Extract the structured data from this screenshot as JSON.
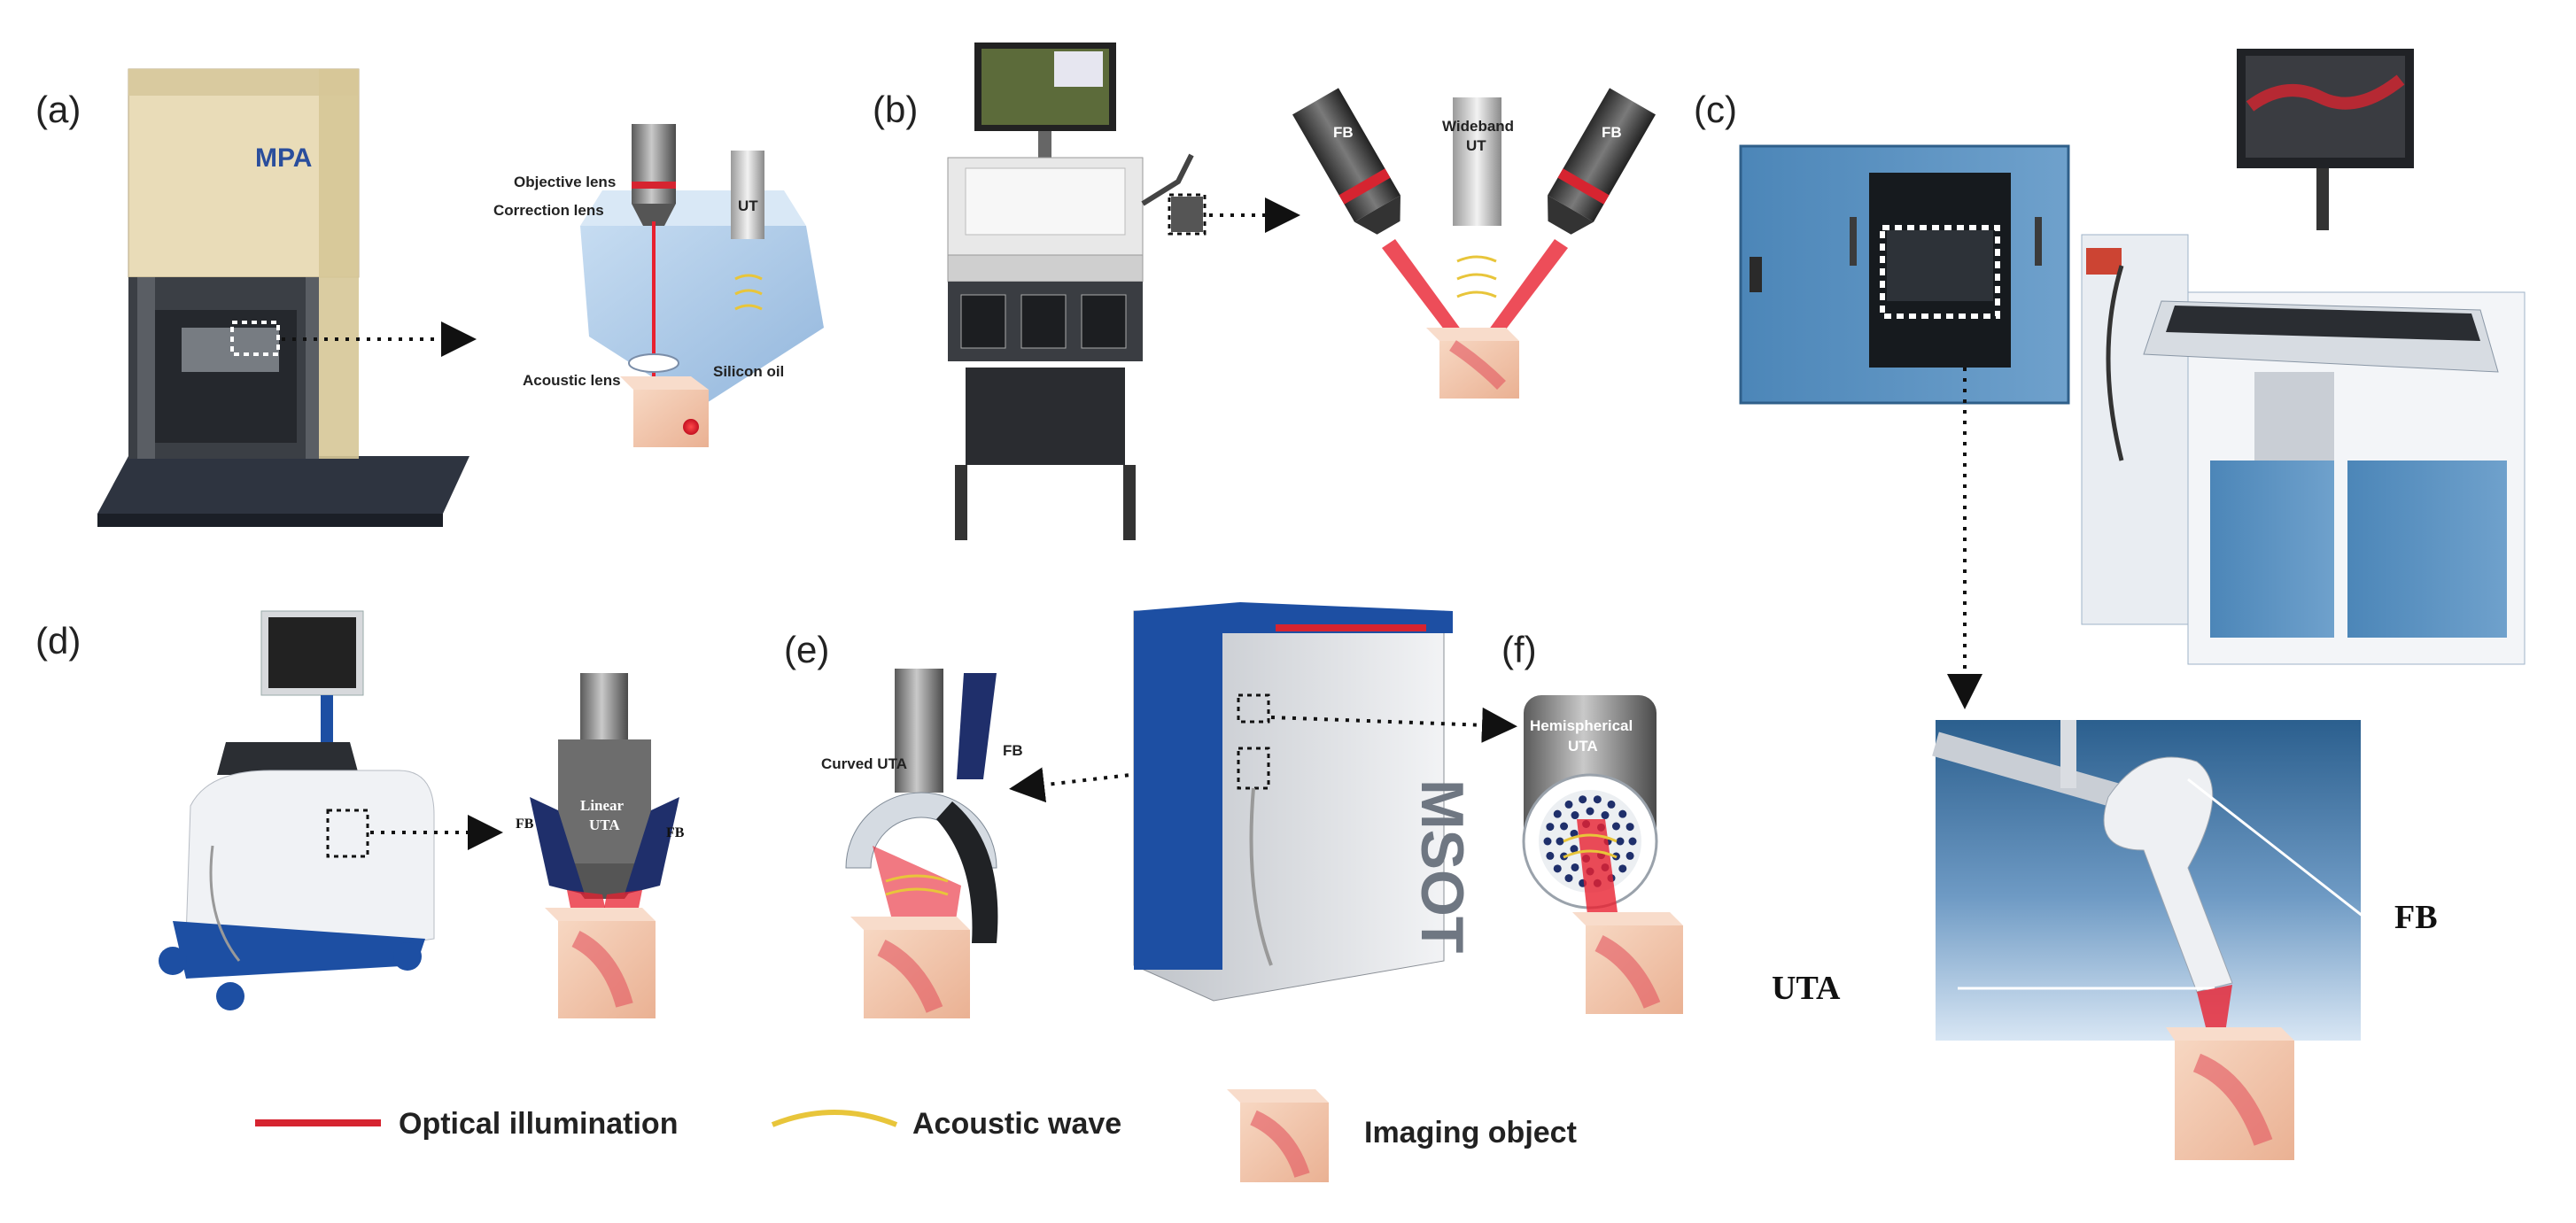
{
  "panels": {
    "a": {
      "label": "(a)",
      "brand": "MPA",
      "labels": {
        "objective": "Objective lens",
        "correction": "Correction lens",
        "ut": "UT",
        "acoustic_lens": "Acoustic lens",
        "silicon_oil": "Silicon oil"
      }
    },
    "b": {
      "label": "(b)",
      "labels": {
        "fb_left": "FB",
        "wideband_1": "Wideband",
        "wideband_2": "UT",
        "fb_right": "FB"
      }
    },
    "c": {
      "label": "(c)",
      "labels": {
        "fb": "FB",
        "uta": "UTA"
      }
    },
    "d": {
      "label": "(d)",
      "labels": {
        "fb_left": "FB",
        "linear_1": "Linear",
        "linear_2": "UTA",
        "fb_right": "FB"
      }
    },
    "e": {
      "label": "(e)",
      "labels": {
        "curved": "Curved UTA",
        "fb": "FB"
      },
      "device_text": "MSOT"
    },
    "f": {
      "label": "(f)",
      "labels": {
        "hemi_1": "Hemispherical",
        "hemi_2": "UTA"
      }
    }
  },
  "legend": {
    "items": [
      {
        "label": "Optical illumination",
        "color": "#d62430"
      },
      {
        "label": "Acoustic wave",
        "color": "#e8c53a"
      },
      {
        "label": "Imaging object",
        "color": "#f3c4a6"
      }
    ]
  },
  "colors": {
    "laser": "#e8202f",
    "acoustic": "#e8c53a",
    "device_blue": "#1d4fa3",
    "tissue": "#f3c4a6",
    "probe_gray": "#8f8f8f"
  }
}
